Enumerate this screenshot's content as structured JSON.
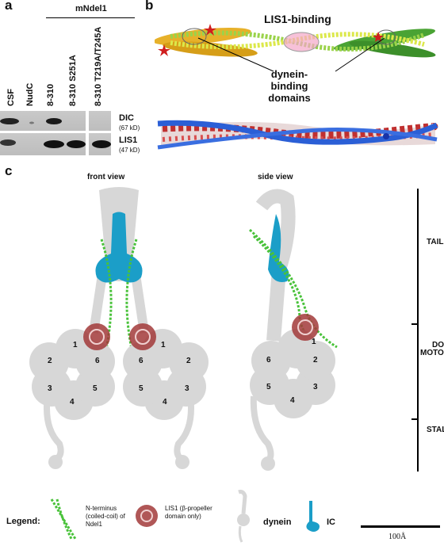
{
  "panel_a": {
    "label": "a",
    "header": "mNdel1",
    "lanes": [
      "CSF",
      "NudC",
      "8-310",
      "8-310 S251A",
      "8-310 T219A/T245A"
    ],
    "blots": [
      {
        "name": "DIC",
        "kd": "(67 kD)"
      },
      {
        "name": "LIS1",
        "kd": "(47 kD)"
      }
    ]
  },
  "panel_b": {
    "label": "b",
    "lis1_binding": "LIS1-binding",
    "dynein_binding": "dynein-binding domains"
  },
  "panel_c": {
    "label": "c",
    "front_view": "front view",
    "side_view": "side view",
    "regions": {
      "tail": "TAIL",
      "motor": "MOTOR",
      "domain": "DOMAIN",
      "stalk": "STALK"
    },
    "domain_numbers": [
      "1",
      "2",
      "3",
      "4",
      "5",
      "6"
    ]
  },
  "legend": {
    "title": "Legend:",
    "ndel1": "N-terminus (coiled-coil) of Ndel1",
    "lis1": "LIS1 (β-propeller domain only)",
    "dynein": "dynein",
    "ic": "IC"
  },
  "scale_bar": "100Å"
}
